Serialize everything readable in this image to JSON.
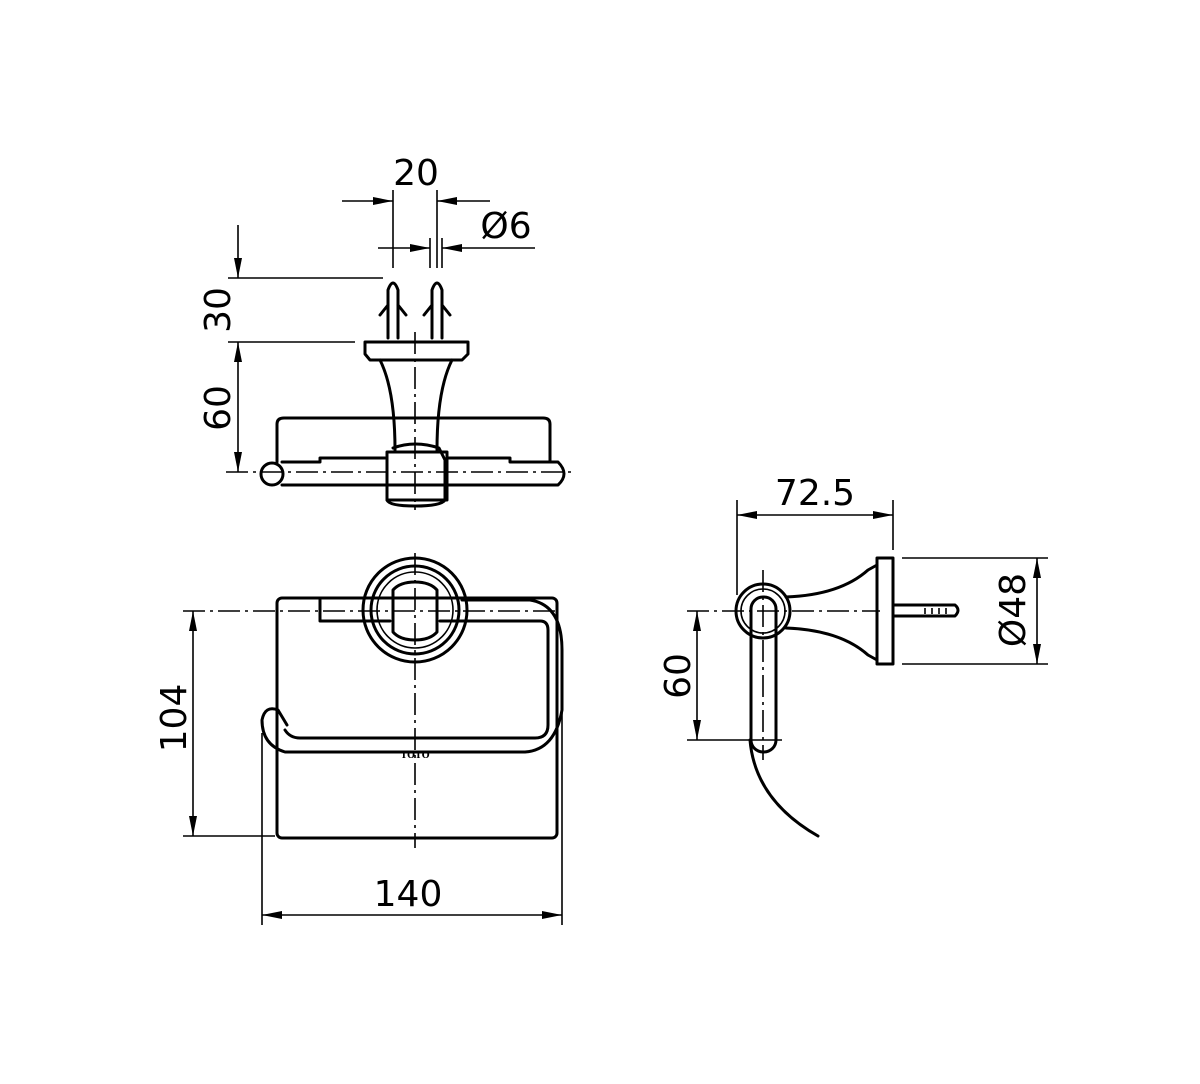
{
  "drawing": {
    "units": "mm",
    "top_view": {
      "dim_anchor_spacing": "20",
      "dim_anchor_diameter": "Ø6",
      "dim_anchor_length": "30",
      "dim_depth": "60"
    },
    "front_view": {
      "dim_height": "104",
      "dim_width": "140",
      "logo": "TOTO"
    },
    "side_view": {
      "dim_projection": "72.5",
      "dim_flange_diameter": "Ø48",
      "dim_bar_drop": "60"
    }
  }
}
